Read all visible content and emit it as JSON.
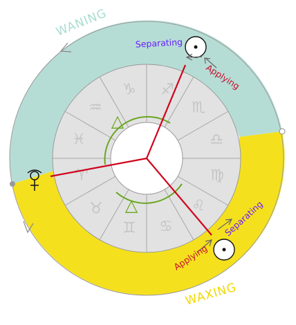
{
  "labels": {
    "waning": "WANING",
    "waxing": "WAXING",
    "separating_top": "Separating",
    "applying_top": "Applying",
    "separating_bottom": "Separating",
    "applying_bottom": "Applying"
  },
  "planets": {
    "sun_top": "☉",
    "sun_bottom": "☉",
    "venus": "♀"
  },
  "aspects": {
    "trine_top": "△",
    "trine_bottom": "△"
  },
  "zodiac": [
    "♈",
    "♉",
    "♊",
    "♋",
    "♌",
    "♍",
    "♎",
    "♏",
    "♐",
    "♑",
    "♒",
    "♓"
  ],
  "colors": {
    "waning": "#b6ddd5",
    "waxing": "#f5e01e",
    "zodiac_ring": "#e2e2e2",
    "aspect_line": "#d0021b",
    "trine": "#6aa520",
    "separating_text": "#6a1cff",
    "applying_text": "#c8102e",
    "waning_text": "#a8dcd0",
    "waxing_text": "#f1d800"
  }
}
